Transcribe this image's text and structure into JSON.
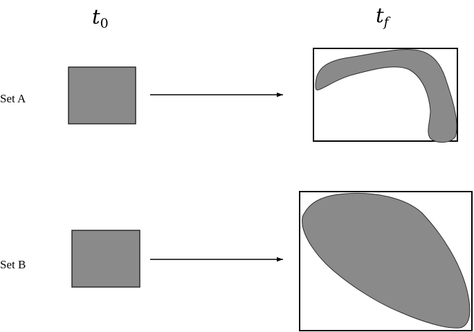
{
  "header": {
    "initial_time": {
      "base": "t",
      "subscript": "0"
    },
    "final_time": {
      "base": "t",
      "subscript": "f"
    }
  },
  "rows": [
    {
      "label": "Set A"
    },
    {
      "label": "Set B"
    }
  ],
  "colors": {
    "region_fill": "#8a8a8a",
    "region_stroke": "#2a2a2a",
    "line": "#000000",
    "background": "#ffffff"
  }
}
